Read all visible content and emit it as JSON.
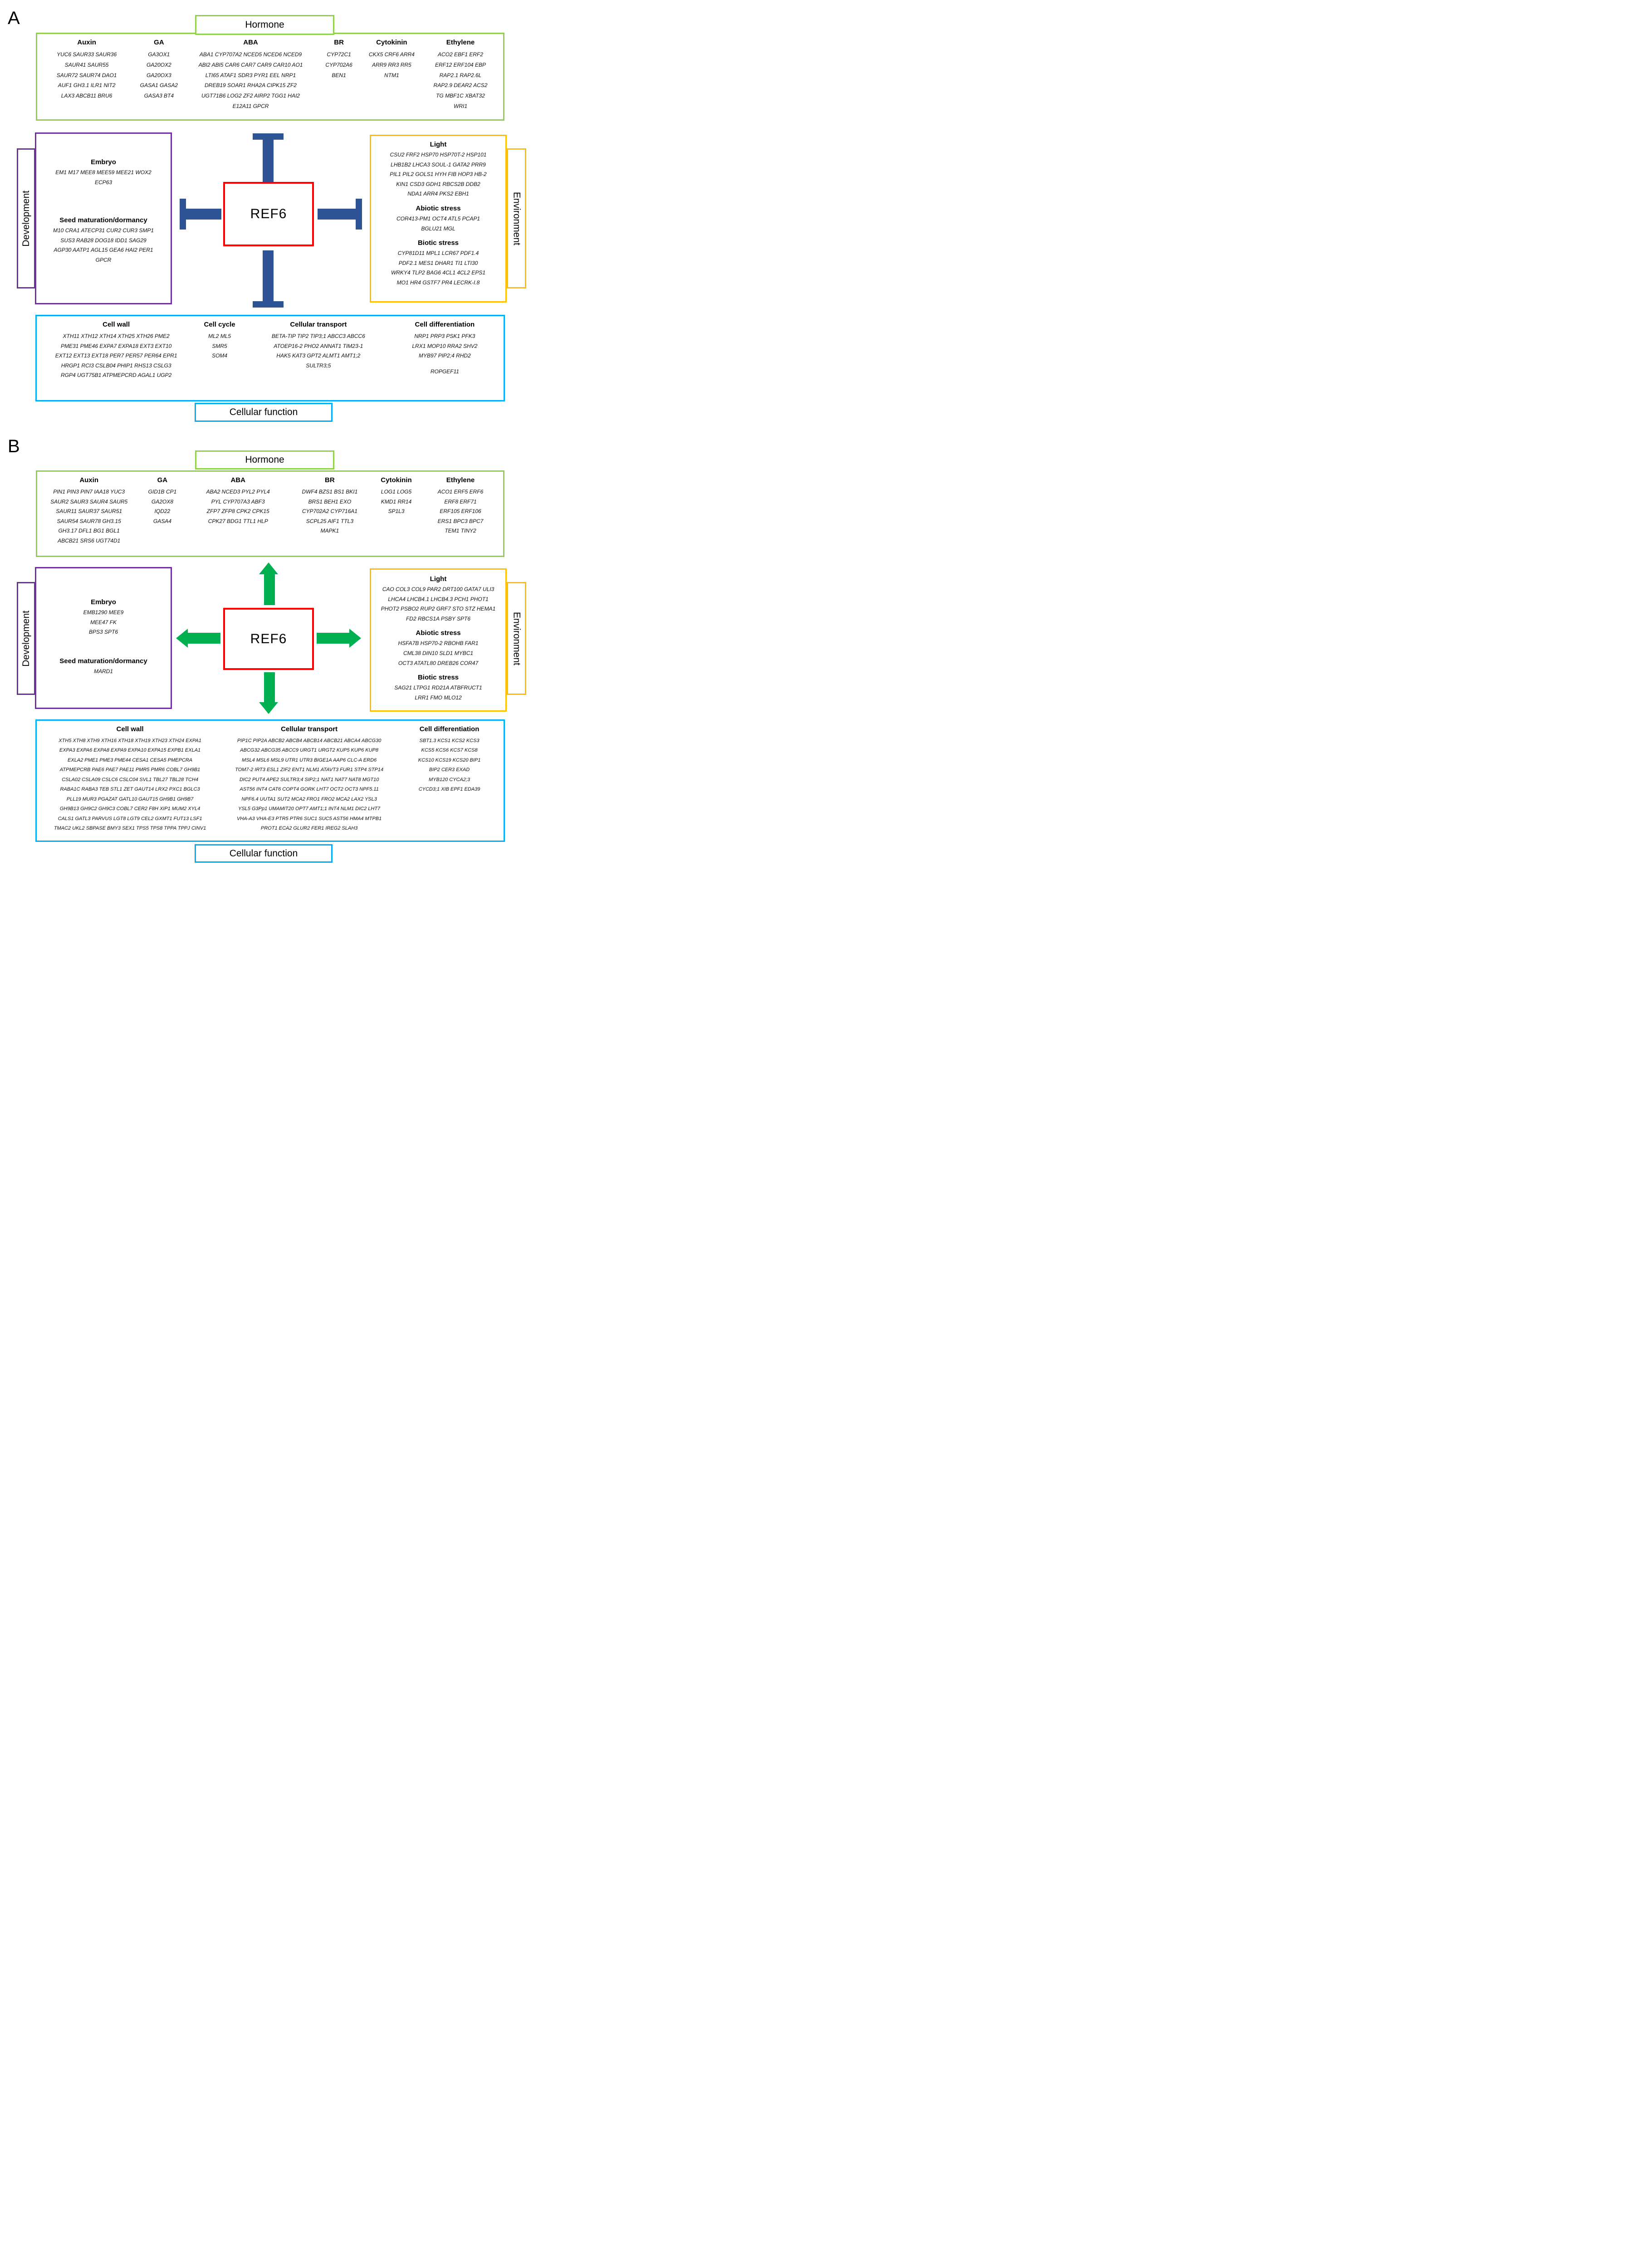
{
  "colors": {
    "hormone_border": "#92d050",
    "development_border": "#7030a0",
    "environment_border": "#ffc000",
    "cellular_border": "#00b0f0",
    "ref6_border": "#ff0000",
    "repression_arrow": "#2f5496",
    "activation_arrow": "#00b050"
  },
  "panelA": {
    "label": "A",
    "ref6": "REF6",
    "hormone_title": "Hormone",
    "cellular_title": "Cellular function",
    "development_label": "Development",
    "environment_label": "Environment",
    "hormone": {
      "columns": [
        {
          "label": "Auxin",
          "lines": [
            "YUC6 SAUR33 SAUR36",
            "SAUR41 SAUR55",
            "SAUR72 SAUR74 DAO1",
            "AUF1 GH3.1 ILR1 NIT2",
            "LAX3 ABCB11 BRU6"
          ]
        },
        {
          "label": "GA",
          "lines": [
            "GA3OX1",
            "GA20OX2",
            "GA20OX3",
            "GASA1 GASA2",
            "GASA3 BT4"
          ]
        },
        {
          "label": "ABA",
          "lines": [
            "ABA1 CYP707A2 NCED5 NCED6 NCED9",
            "ABI2 ABI5 CAR6 CAR7 CAR9 CAR10 AO1",
            "LTI65 ATAF1 SDR3 PYR1 EEL NRP1",
            "DREB19 SOAR1 RHA2A CIPK15 ZF2",
            "UGT71B6 LOG2 ZF2 AIRP2 TGG1 HAI2",
            "E12A11 GPCR"
          ]
        },
        {
          "label": "BR",
          "lines": [
            "CYP72C1",
            "CYP702A6",
            "BEN1"
          ]
        },
        {
          "label": "Cytokinin",
          "lines": [
            "CKX5 CRF6 ARR4",
            "ARR9 RR3 RR5",
            "NTM1"
          ]
        },
        {
          "label": "Ethylene",
          "lines": [
            "ACO2 EBF1 ERF2",
            "ERF12 ERF104 EBP",
            "RAP2.1 RAP2.6L",
            "RAP2.9 DEAR2 ACS2",
            "TG MBF1C XBAT32",
            "WRI1"
          ]
        }
      ]
    },
    "development": {
      "sections": [
        {
          "label": "Embryo",
          "lines": [
            "EM1 M17 MEE8 MEE59 MEE21 WOX2",
            "ECP63"
          ]
        },
        {
          "label": "Seed maturation/dormancy",
          "lines": [
            "M10 CRA1 ATECP31 CUR2 CUR3 SMP1",
            "SUS3 RAB28 DOG18 IDD1 SAG29",
            "AGP30 AATP1 AGL15 GEA6 HAI2 PER1",
            "GPCR"
          ]
        }
      ]
    },
    "environment": {
      "sections": [
        {
          "label": "Light",
          "lines": [
            "CSU2 FRF2 HSP70 HSP70T-2 HSP101",
            "LHB1B2 LHCA3 SOUL-1 GATA2 PRR9",
            "PIL1 PIL2 GOLS1 HYH FIB HOP3 HB-2",
            "KIN1 CSD3 GDH1 RBCS2B DDB2",
            "NDA1 ARR4 PKS2 EBH1"
          ]
        },
        {
          "label": "Abiotic stress",
          "lines": [
            "COR413-PM1 OCT4 ATL5 PCAP1",
            "BGLU21 MGL"
          ]
        },
        {
          "label": "Biotic stress",
          "lines": [
            "CYP81D11 MPL1 LCR67 PDF1.4",
            "PDF2.1 MES1 DHAR1 TI1 LTI30",
            "WRKY4 TLP2 BAG6 4CL1 4CL2 EPS1",
            "MO1 HR4 GSTF7 PR4 LECRK-I.8"
          ]
        }
      ]
    },
    "cellular": {
      "columns": [
        {
          "label": "Cell wall",
          "lines": [
            "XTH11 XTH12 XTH14 XTH25 XTH26 PME2",
            "PME31 PME46 EXPA7 EXPA18 EXT3 EXT10",
            "EXT12 EXT13 EXT18 PER7 PER57 PER64 EPR1",
            "HRGP1 RCI3 CSLB04 PHIP1 RHS13 CSLG3",
            "RGP4 UGT75B1 ATPMEPCRD AGAL1 UGP2"
          ]
        },
        {
          "label": "Cell cycle",
          "lines": [
            "ML2 ML5",
            "SMR5",
            "SOM4"
          ]
        },
        {
          "label": "Cellular transport",
          "lines": [
            "BETA-TIP TIP2 TIP3;1 ABCC3 ABCC6",
            "ATOEP16-2 PHO2 ANNAT1 TIM23-1",
            "HAK5 KAT3 GPT2 ALMT1 AMT1;2",
            "SULTR3;5"
          ]
        },
        {
          "label": "Cell differentiation",
          "lines": [
            "NRP1 PRP3 PSK1 PFK3",
            "LRX1 MOP10 RRA2 SHV2",
            "MYB97 PIP2;4 RHD2"
          ],
          "footer": "ROPGEF11"
        }
      ]
    }
  },
  "panelB": {
    "label": "B",
    "ref6": "REF6",
    "hormone_title": "Hormone",
    "cellular_title": "Cellular function",
    "development_label": "Development",
    "environment_label": "Environment",
    "hormone": {
      "columns": [
        {
          "label": "Auxin",
          "lines": [
            "PIN1 PIN3 PIN7 IAA18 YUC3",
            "SAUR2 SAUR3 SAUR4 SAUR5",
            "SAUR11 SAUR37 SAUR51",
            "SAUR54 SAUR78 GH3.15",
            "GH3.17 DFL1 BG1 BGL1",
            "ABCB21 SRS6 UGT74D1"
          ]
        },
        {
          "label": "GA",
          "lines": [
            "GID1B CP1",
            "GA2OX8",
            "IQD22",
            "GASA4"
          ]
        },
        {
          "label": "ABA",
          "lines": [
            "ABA2 NCED3 PYL2 PYL4",
            "PYL CYP707A3 ABF3",
            "ZFP7 ZFP8 CPK2 CPK15",
            "CPK27 BDG1 TTL1 HLP"
          ]
        },
        {
          "label": "BR",
          "lines": [
            "DWF4 BZS1 BS1 BKI1",
            "BRS1 BEH1 EXO",
            "CYP702A2 CYP716A1",
            "SCPL25 AIF1 TTL3",
            "MAPK1"
          ]
        },
        {
          "label": "Cytokinin",
          "lines": [
            "LOG1 LOG5",
            "KMD1 RR14",
            "SP1L3"
          ]
        },
        {
          "label": "Ethylene",
          "lines": [
            "ACO1 ERF5 ERF6",
            "ERF8 ERF71",
            "ERF105 ERF106",
            "ERS1 BPC3 BPC7",
            "TEM1 TINY2"
          ]
        }
      ]
    },
    "development": {
      "sections": [
        {
          "label": "Embryo",
          "lines": [
            "EMB1290 MEE9",
            "MEE47 FK",
            "BPS3 SPT6"
          ]
        },
        {
          "label": "Seed maturation/dormancy",
          "lines": [
            "MARD1"
          ]
        }
      ]
    },
    "environment": {
      "sections": [
        {
          "label": "Light",
          "lines": [
            "CAO COL3 COL9 PAR2 DRT100 GATA7 ULI3",
            "LHCA4 LHCB4.1 LHCB4.3 PCH1 PHOT1",
            "PHOT2 PSBO2 RUP2 GRF7 STO STZ HEMA1",
            "FD2 RBCS1A PSBY SPT6"
          ]
        },
        {
          "label": "Abiotic stress",
          "lines": [
            "HSFA7B HSP70-2 RBOHB FAR1",
            "CML38 DIN10 SLD1 MYBC1",
            "OCT3 ATATL80 DREB26 COR47"
          ]
        },
        {
          "label": "Biotic stress",
          "lines": [
            "SAG21 LTPG1 RD21A ATBFRUCT1",
            "LRR1 FMO MLO12"
          ]
        }
      ]
    },
    "cellular": {
      "columns": [
        {
          "label": "Cell wall",
          "lines": [
            "XTH5 XTH8 XTH9 XTH16 XTH18 XTH19 XTH23 XTH24 EXPA1",
            "EXPA3 EXPA6 EXPA8 EXPA9 EXPA10 EXPA15 EXPB1 EXLA1",
            "EXLA2 PME1 PME3 PME44 CESA1 CESA5 PMEPCRA",
            "ATPMEPCRB PAE6 PAE7 PAE11 PMR5 PMR6 COBL7 GH9B1",
            "CSLA02 CSLA09 CSLC6 CSLC04 SVL1 TBL27 TBL28 TCH4",
            "RABA1C RABA3 TEB STL1 ZET GAUT14 LRX2 PXC1 BGLC3",
            "PLL19 MUR3 PGAZAT GATL10 GAUT15 GH9B1 GH9B7",
            "GH9B13 GH9C2 GH9C3 COBL7 CER2 F8H XIP1 MUM2 XYL4",
            "CALS1 GATL3 PARVUS LGT8 LGT9 CEL2 GXMT1 FUT13 LSF1",
            "TMAC2 UKL2 SBPASE BMY3 SEX1 TPS5 TPS8 TPPA TPPJ CINV1"
          ]
        },
        {
          "label": "Cellular transport",
          "lines": [
            "PIP1C PIP2A ABCB2 ABCB4 ABCB14 ABCB21 ABCA4 ABCG30",
            "ABCG32 ABCG35 ABCC9 URGT1 URGT2 KUP5 KUP6 KUP8",
            "MSL4 MSL6 MSL9 UTR1 UTR3 BIGE1A AAP6 CLC-A ERD6",
            "TOM7-2 IRT3 ESL1 ZIF2 ENT1 NLM1 ATAVT3 FUR1 STP4 STP14",
            "DIC2 PUT4 APE2 SULTR3;4 SIP2;1 NAT1 NAT7 NAT8 MGT10",
            "AST56 INT4 CAT6 COPT4 GORK LHT7 OCT2 OCT3 NPF5.11",
            "NPF6.4 UUTA1 SUT2 MCA2 FRO1 FRO2 MCA2 LAX2 YSL3",
            "YSL5 G3Pp1 UMAMIT20 OPT7 AMT1;1 INT4 NLM1 DIC2 LHT7",
            "VHA-A3 VHA-E3 PTR5 PTR6 SUC1 SUC5 AST56 HMA4 MTPB1",
            "PROT1 ECA2 GLUR2 FER1 IREG2 SLAH3"
          ]
        },
        {
          "label": "Cell differentiation",
          "lines": [
            "SBT1.3 KCS1 KCS2 KCS3",
            "KCS5 KCS6 KCS7 KCS8",
            "KCS10 KCS19 KCS20 BIP1",
            "BIP2 CER3 EXAD",
            "MYB120 CYCA2;3",
            "CYCD3;1 XIB EPF1 EDA39"
          ]
        }
      ]
    }
  }
}
